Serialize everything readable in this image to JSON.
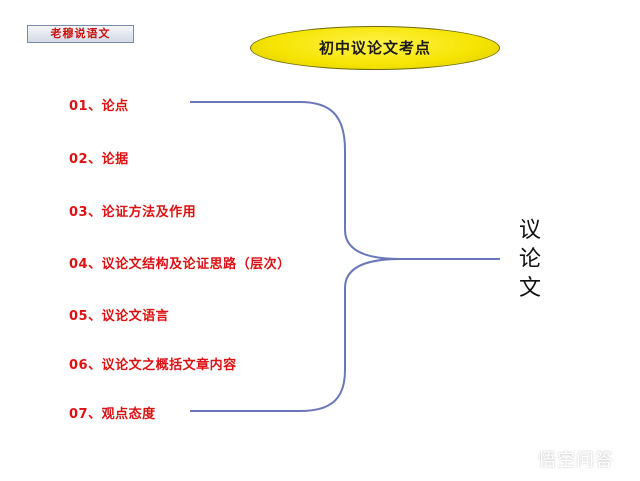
{
  "author_tag": "老穆说语文",
  "title": "初中议论文考点",
  "topics": [
    "01、论点",
    "02、论据",
    "03、论证方法及作用",
    "04、议论文结构及论证思路（层次）",
    "05、议论文语言",
    "06、议论文之概括文章内容",
    "07、观点态度"
  ],
  "center_label": [
    "议",
    "论",
    "文"
  ],
  "watermark": {
    "icon": "speech-bubble-icon",
    "text": "悟空问答"
  },
  "colors": {
    "topic_text": "#dd1111",
    "author_text": "#cc1111",
    "title_fill": "#f5e400",
    "brace_line": "#6b78b8",
    "center_text": "#111111"
  }
}
